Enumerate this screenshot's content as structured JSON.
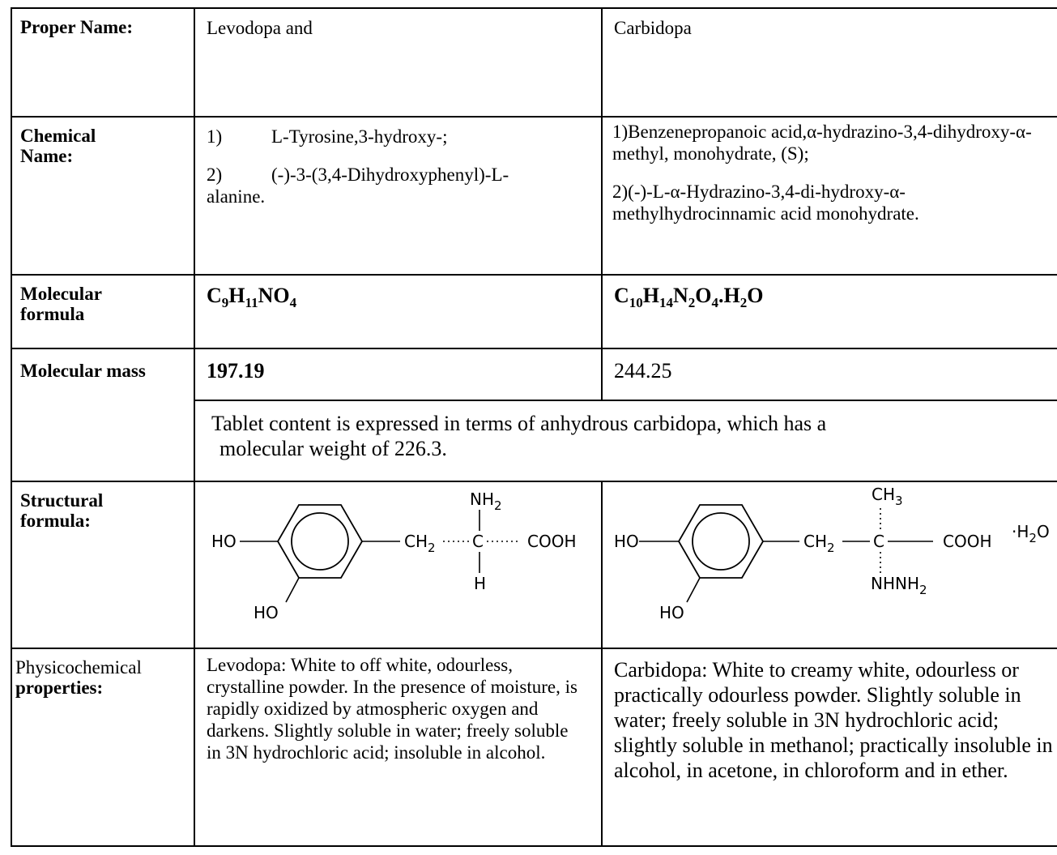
{
  "rows": {
    "proper_name": {
      "label": "Proper Name:",
      "levodopa": "Levodopa and",
      "carbidopa": "Carbidopa"
    },
    "chemical_name": {
      "label_line1": "Chemical",
      "label_line2": "Name:",
      "levodopa": [
        {
          "num": "1)",
          "text": "L-Tyrosine,3-hydroxy-;"
        },
        {
          "num": "2)",
          "text": "(-)-3-(3,4-Dihydroxyphenyl)-L-",
          "cont": "alanine."
        }
      ],
      "carbidopa": [
        "1)Benzenepropanoic acid,α-hydrazino-3,4-dihydroxy-α-methyl, monohydrate, (S);",
        "2)(-)-L-α-Hydrazino-3,4-di-hydroxy-α-methylhydrocinnamic acid monohydrate."
      ]
    },
    "molecular_formula": {
      "label_line1": "Molecular",
      "label_line2": "formula",
      "levodopa": {
        "C": "C",
        "c": "9",
        "H": "H",
        "h": "11",
        "rest": "NO",
        "o": "4"
      },
      "carbidopa": {
        "C": "C",
        "c": "10",
        "H": "H",
        "h": "14",
        "N": "N",
        "n": "2",
        "O": "O",
        "o": "4",
        "tail1": ".H",
        "t": "2",
        "tail2": "O"
      }
    },
    "molecular_mass": {
      "label": "Molecular mass",
      "levodopa": "197.19",
      "carbidopa": "244.25",
      "note_line1": "Tablet content is expressed in terms of anhydrous carbidopa, which has a",
      "note_line2": "molecular weight of 226.3."
    },
    "structural_formula": {
      "label_line1": "Structural",
      "label_line2": "formula:",
      "levodopa": {
        "ho1": "HO",
        "ho2": "HO",
        "ch": "CH",
        "ch_sub": "2",
        "c": "C",
        "nh": "NH",
        "nh_sub": "2",
        "h": "H",
        "cooh": "COOH"
      },
      "carbidopa": {
        "ho1": "HO",
        "ho2": "HO",
        "ch": "CH",
        "ch_sub": "2",
        "c": "C",
        "ch3": "CH",
        "ch3_sub": "3",
        "nhnh": "NHNH",
        "nhnh_sub": "2",
        "cooh": "COOH",
        "water_prefix": "·H",
        "water_sub": "2",
        "water_suffix": "O"
      }
    },
    "physicochemical": {
      "label_line1": "Physicochemical",
      "label_line2": "properties:",
      "levodopa": "Levodopa:  White to off white, odourless, crystalline powder.  In the presence of moisture, is rapidly oxidized by atmospheric oxygen and darkens.  Slightly soluble in water; freely soluble in 3N hydrochloric acid; insoluble in alcohol.",
      "carbidopa": "Carbidopa:  White to creamy white, odourless or practically odourless powder.  Slightly soluble in water; freely soluble in 3N hydrochloric acid; slightly soluble in methanol; practically insoluble in alcohol, in acetone, in chloroform and in ether."
    }
  }
}
